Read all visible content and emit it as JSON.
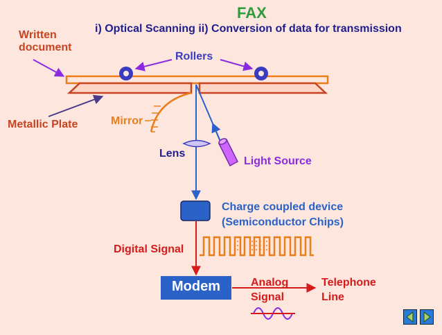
{
  "title": "FAX",
  "subtitle": "i) Optical Scanning  ii) Conversion of data for transmission",
  "labels": {
    "written_document": "Written\ndocument",
    "rollers": "Rollers",
    "metallic_plate": "Metallic Plate",
    "mirror": "Mirror",
    "lens": "Lens",
    "light_source": "Light Source",
    "ccd": "Charge coupled device\n(Semiconductor Chips)",
    "digital_signal": "Digital Signal",
    "modem": "Modem",
    "analog_signal": "Analog\nSignal",
    "telephone_line": "Telephone\nLine"
  },
  "icons": {
    "nav_prev": "left-triangle-icon",
    "nav_next": "right-triangle-icon"
  },
  "colors": {
    "background": "#fde6de",
    "title": "#2e9a3a",
    "subtitle": "#1e1e8c",
    "red_labels": "#c8431f",
    "orange": "#ec7e1a",
    "blue": "#2a62c8",
    "purple": "#8a2be2",
    "signal_red": "#d61b1b"
  }
}
